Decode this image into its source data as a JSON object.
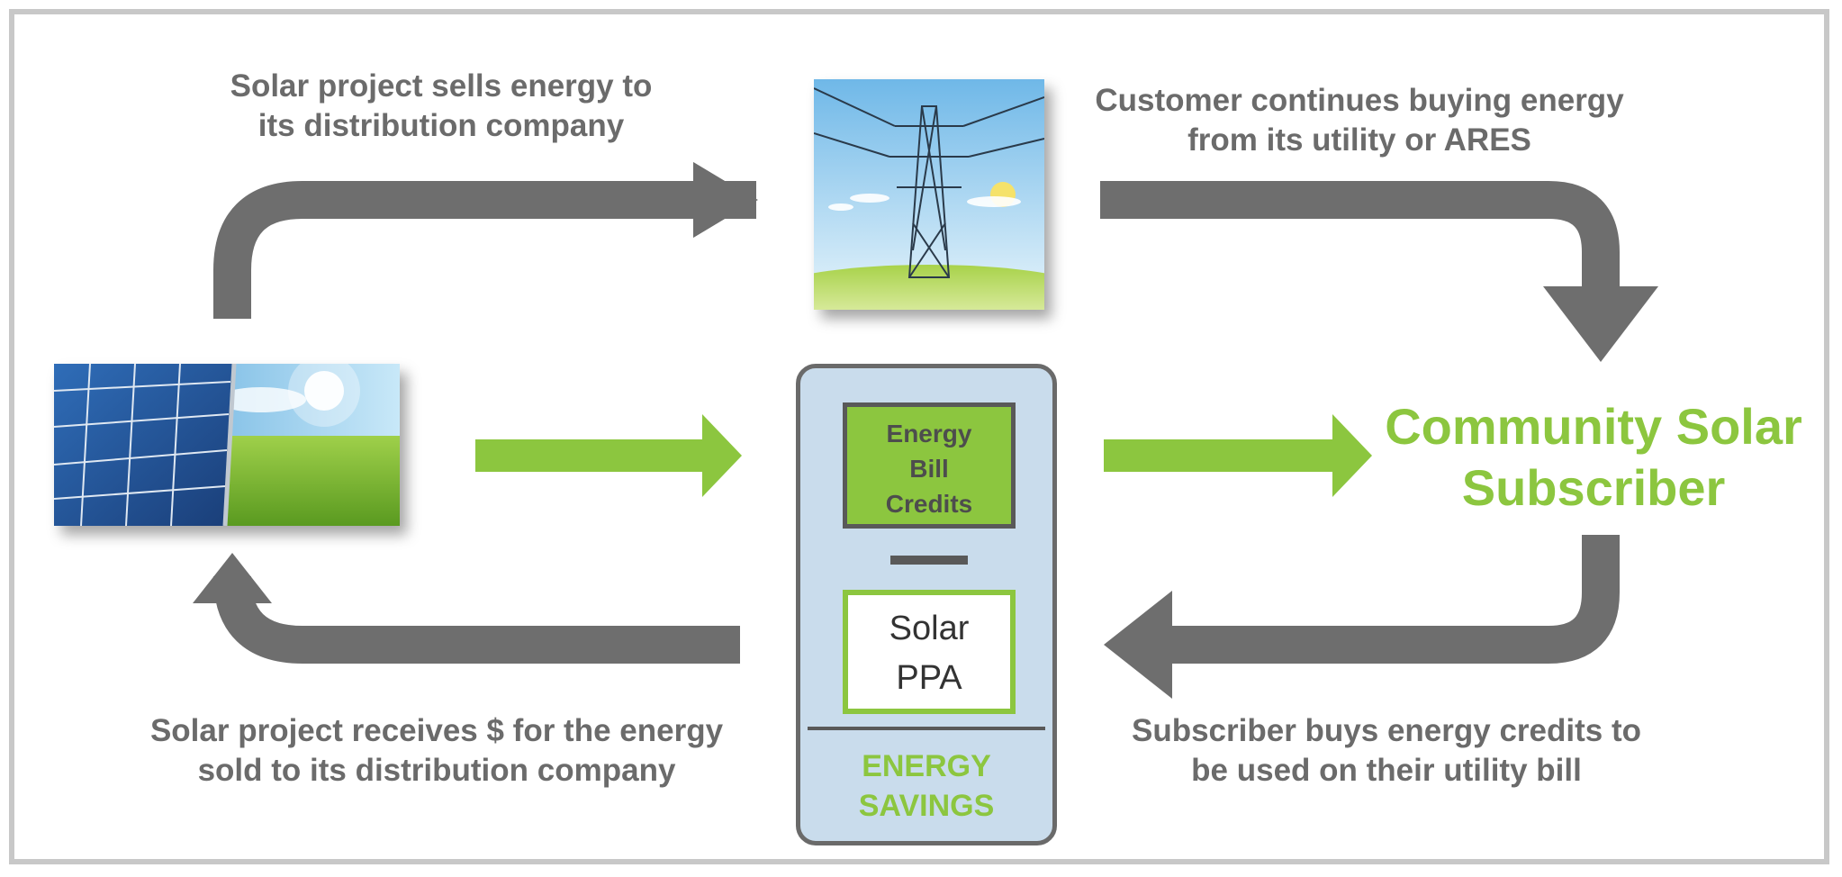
{
  "captions": {
    "top_left": [
      "Solar project sells energy to",
      "its distribution company"
    ],
    "top_right": [
      "Customer continues buying energy",
      "from its utility or ARES"
    ],
    "bottom_left": [
      "Solar project receives $ for the energy",
      "sold to its distribution company"
    ],
    "bottom_right": [
      "Subscriber buys energy credits to",
      "be used on their utility bill"
    ]
  },
  "subscriber": [
    "Community Solar",
    "Subscriber"
  ],
  "savings_box": {
    "credits": [
      "Energy",
      "Bill",
      "Credits"
    ],
    "ppa": [
      "Solar",
      "PPA"
    ],
    "label": [
      "ENERGY",
      "SAVINGS"
    ]
  },
  "images": {
    "solar_panels": "solar-panel-field-image",
    "transmission_tower": "power-transmission-tower-image"
  },
  "colors": {
    "green": "#8cc63f",
    "grey_arrow": "#6e6e6e",
    "caption_text": "#6b6b6b",
    "box_fill": "#c9dcec"
  }
}
